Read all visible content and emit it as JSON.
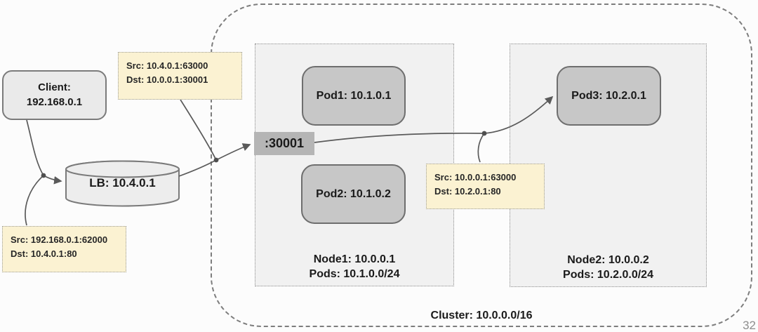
{
  "page": {
    "number": "32"
  },
  "cluster": {
    "label": "Cluster: 10.0.0.0/16"
  },
  "client": {
    "line1": "Client:",
    "line2": "192.168.0.1"
  },
  "lb": {
    "label": "LB: 10.4.0.1"
  },
  "port": {
    "label": ":30001"
  },
  "nodes": [
    {
      "title": "Node1: 10.0.0.1",
      "subnet": "Pods: 10.1.0.0/24",
      "pods": [
        {
          "label": "Pod1: 10.1.0.1"
        },
        {
          "label": "Pod2: 10.1.0.2"
        }
      ]
    },
    {
      "title": "Node2: 10.0.0.2",
      "subnet": "Pods: 10.2.0.0/24",
      "pods": [
        {
          "label": "Pod3: 10.2.0.1"
        }
      ]
    }
  ],
  "callouts": [
    {
      "src": "Src: 10.4.0.1:63000",
      "dst": "Dst: 10.0.0.1:30001"
    },
    {
      "src": "Src: 192.168.0.1:62000",
      "dst": "Dst: 10.4.0.1:80"
    },
    {
      "src": "Src: 10.0.0.1:63000",
      "dst": "Dst: 10.2.0.1:80"
    }
  ],
  "colors": {
    "callout_fill": "#fbf2d2",
    "pod_fill": "#c7c7c7",
    "node_fill": "#f1f1f1",
    "client_fill": "#eaeaea",
    "lb_fill": "#ededed",
    "port_fill": "#b5b5b5",
    "connector": "#5a5a5a",
    "border_gray": "#7a7a7a"
  }
}
